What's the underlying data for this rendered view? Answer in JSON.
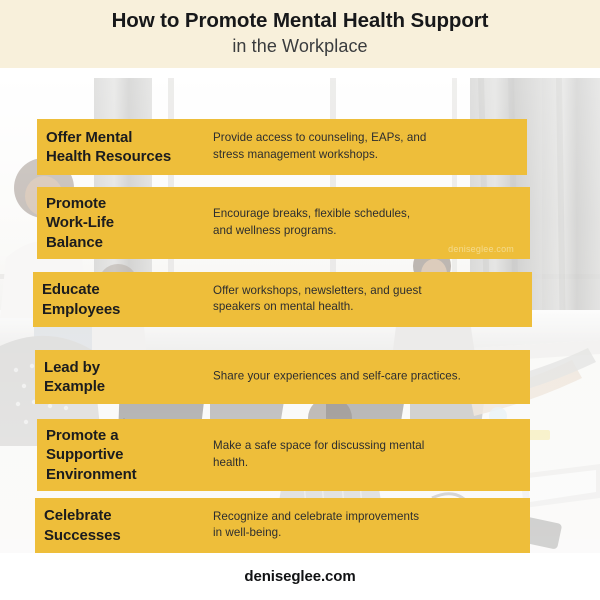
{
  "header": {
    "title_line1": "How to Promote Mental Health Support",
    "title_line2": "in the Workplace",
    "background_color": "#F8F0DB"
  },
  "theme": {
    "bar_color": "#EEBE3A",
    "header_bg": "#F8F0DB",
    "text_color": "#1B1C1E",
    "page_bg": "#FFFFFF"
  },
  "photo": {
    "description": "Washed-out office interior with bright windows, grey curtains, desks, monitors and colleagues working"
  },
  "rows": [
    {
      "heading": "Offer Mental\nHealth Resources",
      "description": "Provide access to counseling, EAPs, and\nstress management workshops."
    },
    {
      "heading": "Promote\nWork-Life\nBalance",
      "description": "Encourage breaks, flexible schedules,\nand wellness programs.",
      "watermark": "deniseglee.com"
    },
    {
      "heading": "Educate\nEmployees",
      "description": "Offer workshops, newsletters, and guest\nspeakers on mental health."
    },
    {
      "heading": "Lead by\nExample",
      "description": "Share your experiences and self-care practices."
    },
    {
      "heading": "Promote a\nSupportive\nEnvironment",
      "description": "Make a safe space for discussing mental\nhealth."
    },
    {
      "heading": "Celebrate\nSuccesses",
      "description": "Recognize and celebrate improvements\nin well-being."
    }
  ],
  "footer": {
    "site": "deniseglee.com"
  }
}
